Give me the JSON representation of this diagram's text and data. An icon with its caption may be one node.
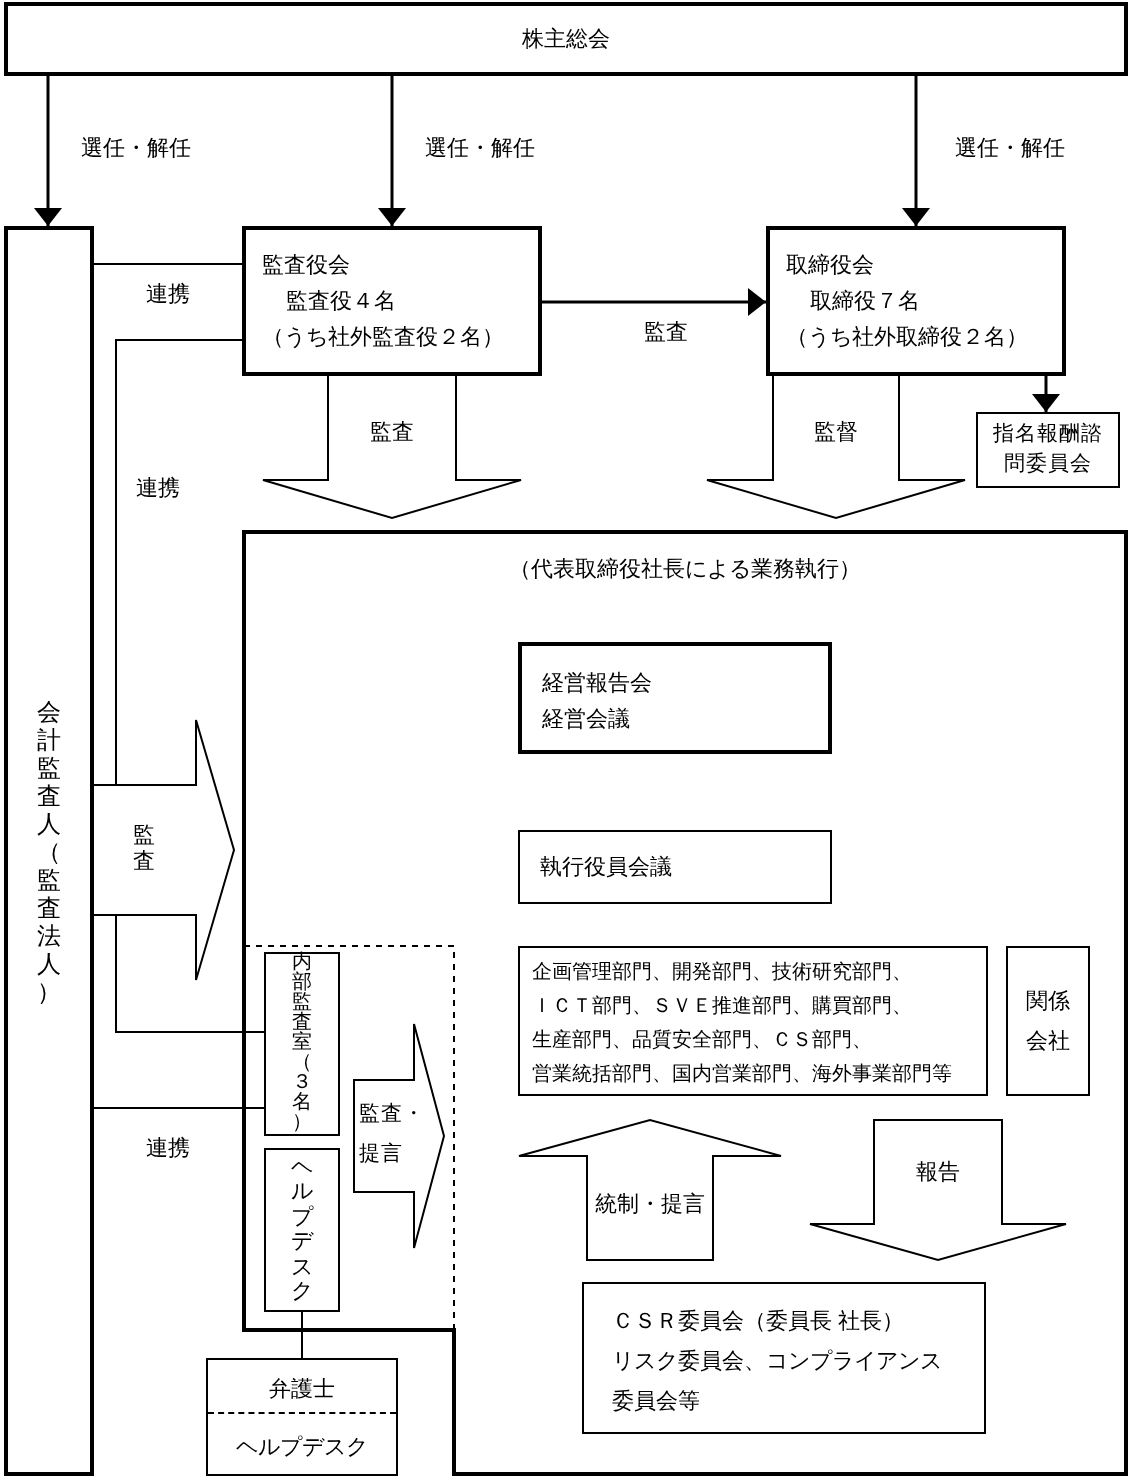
{
  "diagram": {
    "nodes": [
      {
        "text": [
          "株主総会"
        ]
      },
      {
        "text": [
          "会計監査人（監査法人）"
        ]
      },
      {
        "text": [
          "監査役会",
          "監査役４名",
          "（うち社外監査役２名）"
        ]
      },
      {
        "text": [
          "取締役会",
          "取締役７名",
          "（うち社外取締役２名）"
        ]
      },
      {
        "text": [
          "指名報酬諮問委員会"
        ]
      },
      {
        "text": [
          "（代表取締役社長による業務執行）"
        ]
      },
      {
        "text": [
          "経営報告会",
          "経営会議"
        ],
        "in": 5
      },
      {
        "text": [
          "執行役員会議"
        ],
        "in": 5
      },
      {
        "text": [
          "企画管理部門、開発部門、技術研究部門、ＩＣＴ部門、ＳＶＥ推進部門、購買部門、生産部門、品質安全部門、ＣＳ部門、営業統括部門、国内営業部門、海外事業部門等"
        ],
        "in": 5
      },
      {
        "text": [
          "関係会社"
        ],
        "in": 5
      },
      {
        "text": [
          "ＣＳＲ委員会（委員長 社長）",
          "リスク委員会、コンプライアンス委員会等"
        ],
        "in": 5
      },
      {
        "text": [
          "内部監査室（３名）"
        ],
        "in": 5
      },
      {
        "text": [
          "ヘルプデスク"
        ],
        "in": 5
      },
      {
        "text": [
          "弁護士",
          "ヘルプデスク"
        ]
      }
    ],
    "edges": [
      {
        "from": 0,
        "to": 1,
        "arrow": "to",
        "label": "選任・解任"
      },
      {
        "from": 0,
        "to": 2,
        "arrow": "to",
        "label": "選任・解任"
      },
      {
        "from": 0,
        "to": 3,
        "arrow": "to",
        "label": "選任・解任"
      },
      {
        "from": 2,
        "to": 3,
        "arrow": "to",
        "label": "監査"
      },
      {
        "from": 3,
        "to": 4,
        "arrow": "to"
      },
      {
        "from": 1,
        "to": 2,
        "arrow": "none",
        "label": "連携"
      },
      {
        "from": 2,
        "to": 11,
        "arrow": "none",
        "label": "連携"
      },
      {
        "from": 1,
        "to": 11,
        "arrow": "none",
        "label": "連携"
      },
      {
        "from": 12,
        "to": 13,
        "arrow": "none"
      },
      {
        "from": 2,
        "to": 5,
        "arrow": "to",
        "label": "監査"
      },
      {
        "from": 3,
        "to": 5,
        "arrow": "to",
        "label": "監督"
      },
      {
        "from": 1,
        "to": 5,
        "arrow": "to",
        "label": "監査"
      },
      {
        "from": 11,
        "to": null,
        "arrow": "to",
        "label": "監査・提言"
      },
      {
        "from": 10,
        "to": 8,
        "arrow": "to",
        "label": "統制・提言"
      },
      {
        "from": 8,
        "to": 10,
        "arrow": "to",
        "label": "報告"
      }
    ]
  }
}
